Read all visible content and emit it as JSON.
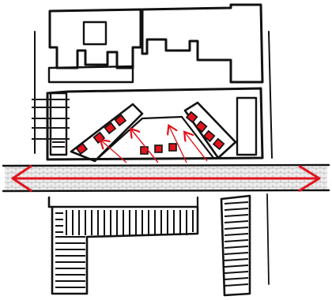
{
  "colors": {
    "ink": "#111111",
    "accent_red": "#e0141e",
    "paper": "#ffffff",
    "street_fill": "#e9e9e9"
  },
  "elements": {
    "upper_block": "upper-building-block",
    "plaza": "courtyard-plaza",
    "street": "main-street-band",
    "flow_arrows": "circulation-arrows",
    "seating": "red-seating-blocks"
  }
}
